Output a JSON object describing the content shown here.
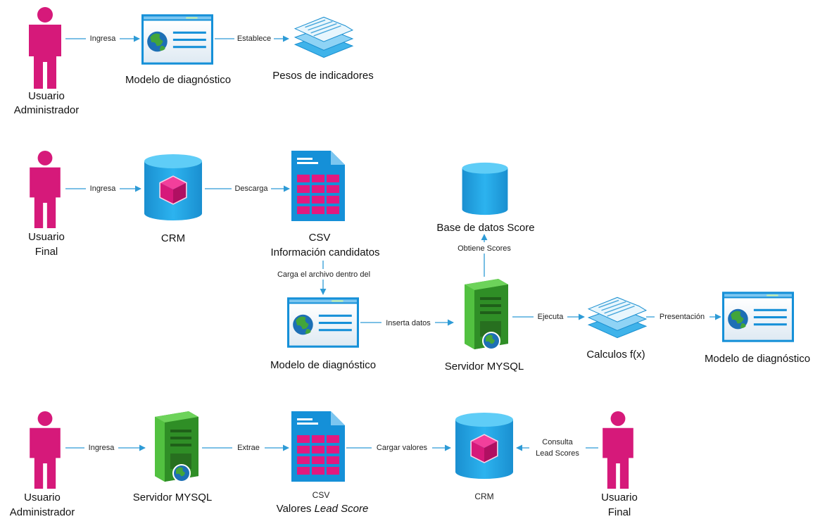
{
  "colors": {
    "person": "#d6197a",
    "cylinder_top": "#5bc8f5",
    "cylinder_body": "#1ba1e2",
    "connector": "#2e9bd6",
    "server": "#3aa82f",
    "sheet": "#1ba1e2",
    "sheet_cells": "#d6197a"
  },
  "row1": {
    "actor_line1": "Usuario",
    "actor_line2": "Administrador",
    "edge_ingresa": "Ingresa",
    "app_label": "Modelo de diagnóstico",
    "edge_establece": "Establece",
    "docs_label": "Pesos de indicadores"
  },
  "row2": {
    "actor_line1": "Usuario",
    "actor_line2": "Final",
    "edge_ingresa": "Ingresa",
    "crm_label": "CRM",
    "edge_descarga": "Descarga",
    "csv_line1": "CSV",
    "csv_line2": "Información candidatos",
    "edge_carga": "Carga el archivo dentro del",
    "app_label": "Modelo de diagnóstico",
    "edge_inserta": "Inserta datos",
    "server_label": "Servidor MYSQL",
    "edge_obtiene": "Obtiene Scores",
    "db_label": "Base de datos Score",
    "edge_ejecuta": "Ejecuta",
    "calc_label": "Calculos f(x)",
    "edge_presentacion": "Presentación",
    "app2_label": "Modelo de diagnóstico"
  },
  "row3": {
    "actor_line1": "Usuario",
    "actor_line2": "Administrador",
    "edge_ingresa": "Ingresa",
    "server_label": "Servidor MYSQL",
    "edge_extrae": "Extrae",
    "csv_line1": "CSV",
    "csv_line2_prefix": "Valores ",
    "csv_line2_italic": "Lead Score",
    "edge_cargar": "Cargar valores",
    "crm_label": "CRM",
    "edge_consulta1": "Consulta",
    "edge_consulta2": "Lead Scores",
    "actor2_line1": "Usuario",
    "actor2_line2": "Final"
  }
}
